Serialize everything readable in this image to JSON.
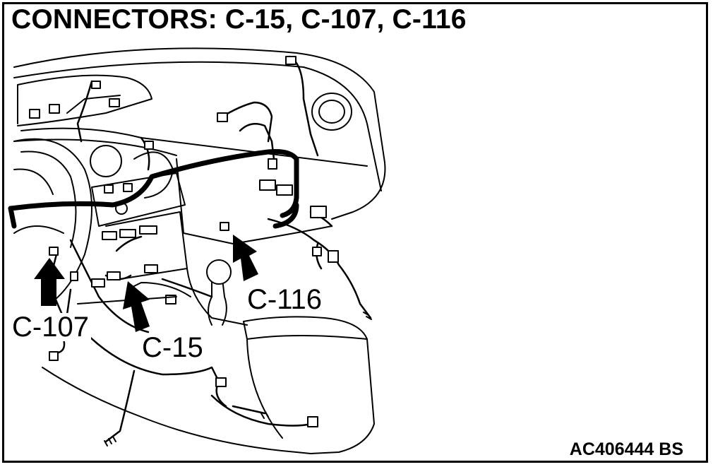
{
  "title": "CONNECTORS: C-15, C-107, C-116",
  "callouts": {
    "c116": "C-116",
    "c107": "C-107",
    "c15": "C-15"
  },
  "figure_code": "AC406444 BS"
}
